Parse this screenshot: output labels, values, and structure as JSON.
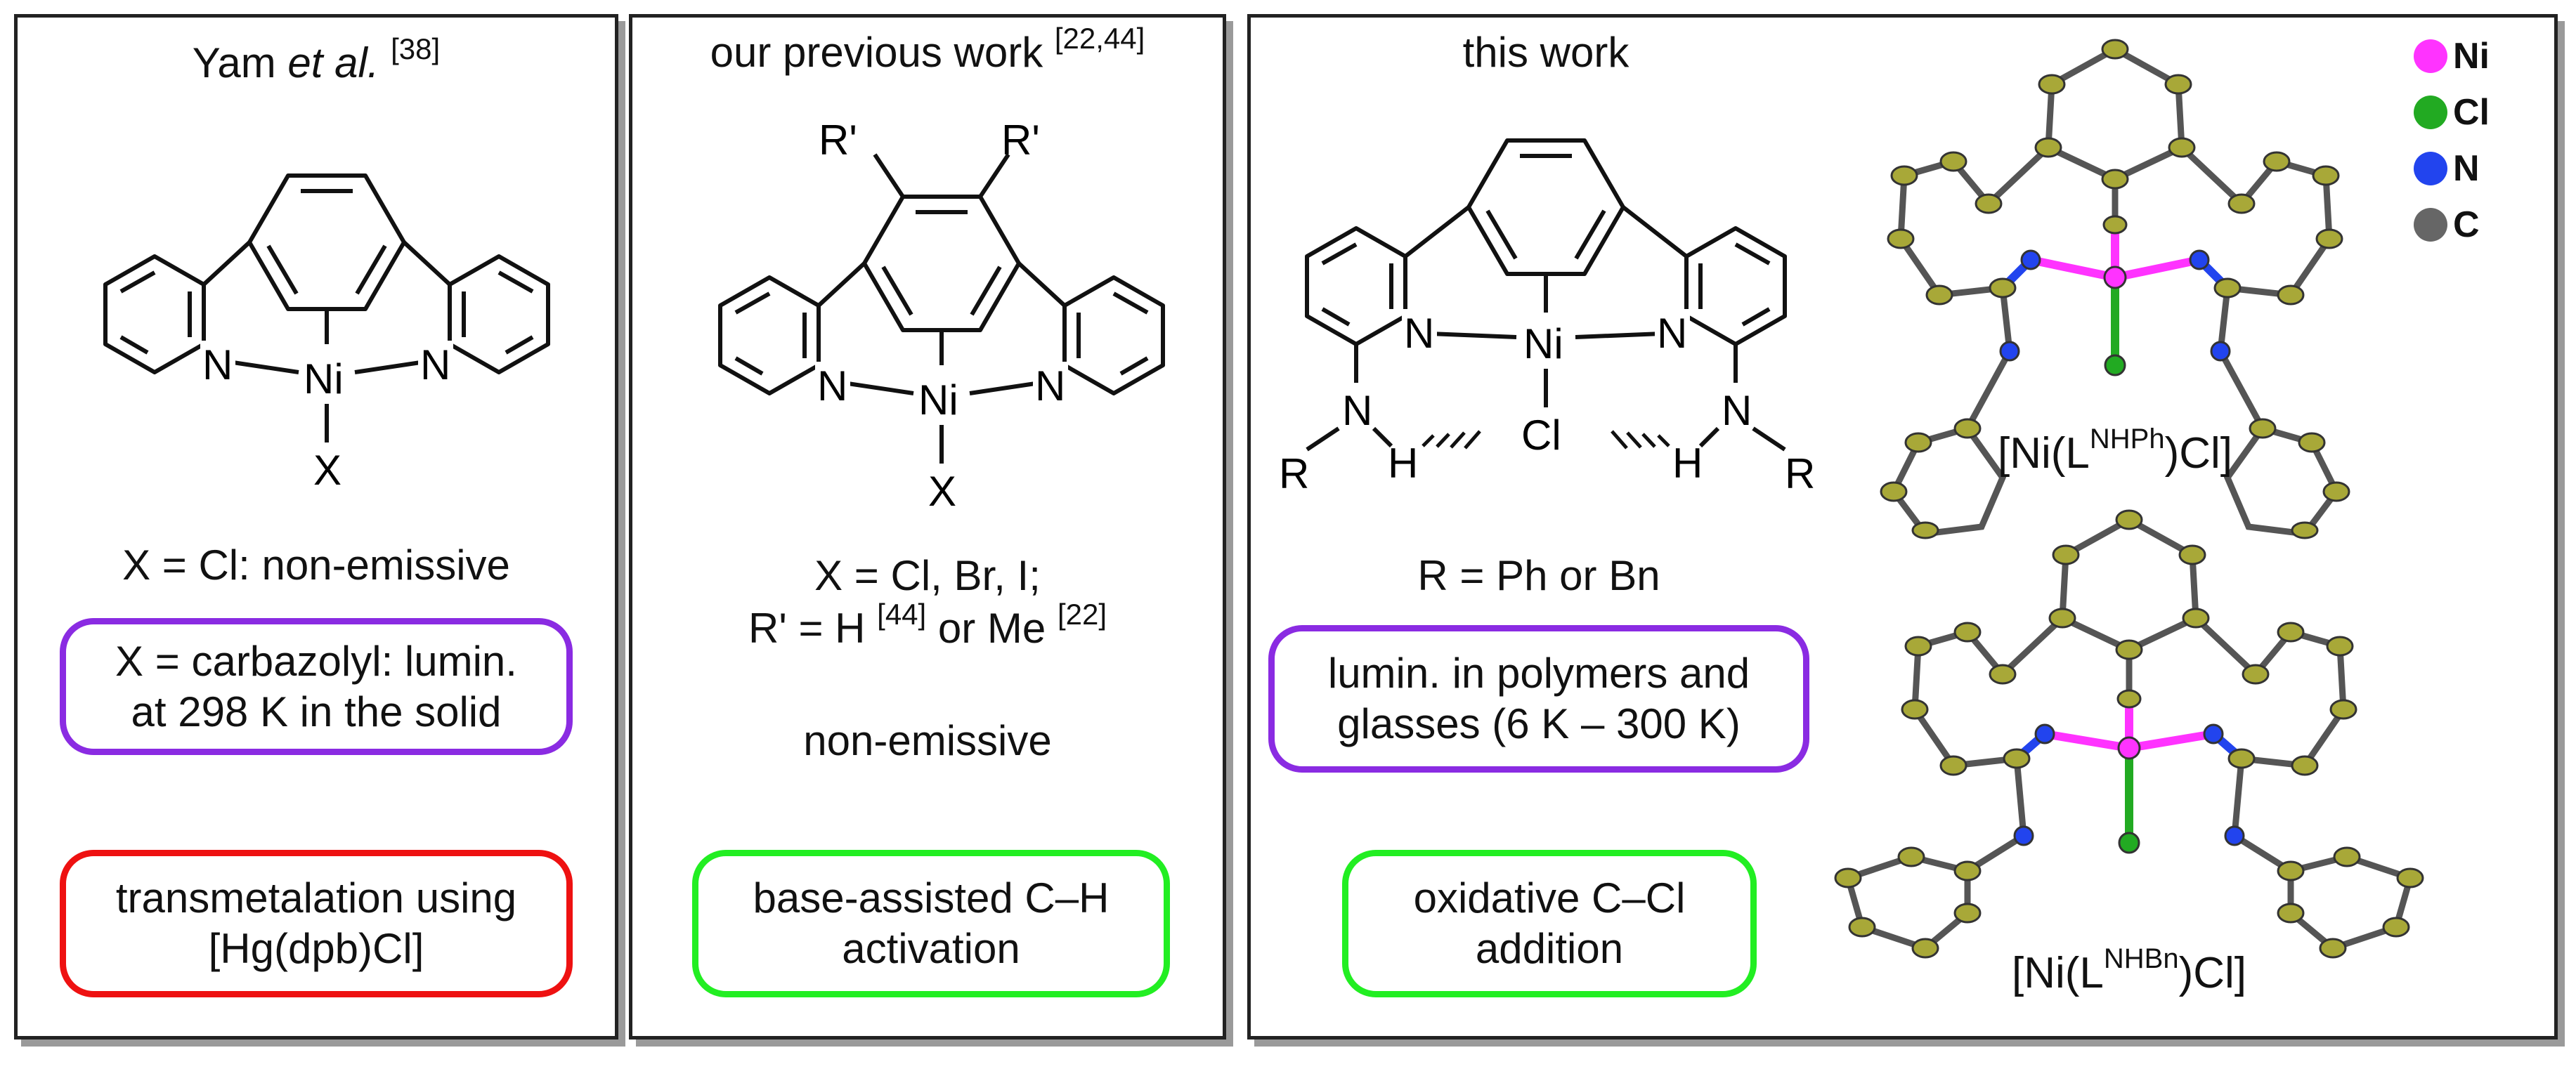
{
  "panel1": {
    "title_author": "Yam ",
    "title_etal": "et al.",
    "title_ref": "[38]",
    "caption": "X = Cl: non-emissive",
    "pill_purple": [
      "X = carbazolyl: lumin.",
      "at 298 K in the solid"
    ],
    "pill_red": [
      "transmetalation using",
      "[Hg(dpb)Cl]"
    ],
    "atoms": {
      "n1": "N",
      "n2": "N",
      "ni": "Ni",
      "x": "X"
    }
  },
  "panel2": {
    "title": "our previous work ",
    "title_ref": "[22,44]",
    "caption_line1": "X = Cl, Br, I;",
    "caption_line2_a": "R' = H ",
    "caption_line2_ref1": "[44]",
    "caption_line2_b": " or Me ",
    "caption_line2_ref2": "[22]",
    "note": "non-emissive",
    "pill_green": [
      "base-assisted C–H",
      "activation"
    ],
    "atoms": {
      "r1": "R'",
      "r2": "R'",
      "n1": "N",
      "n2": "N",
      "ni": "Ni",
      "x": "X"
    }
  },
  "panel3": {
    "title": "this work",
    "caption": "R = Ph or Bn",
    "pill_purple": [
      "lumin. in polymers and",
      "glasses (6 K – 300 K)"
    ],
    "pill_green": [
      "oxidative C–Cl",
      "addition"
    ],
    "atoms": {
      "n1": "N",
      "n2": "N",
      "ni": "Ni",
      "cl": "Cl",
      "h1": "H",
      "h2": "H",
      "nh1": "N",
      "nh2": "N",
      "r1": "R",
      "r2": "R"
    },
    "crystal_top_prefix": "[Ni(L",
    "crystal_top_sup": "NHPh",
    "crystal_top_suffix": ")Cl]",
    "crystal_bottom_prefix": "[Ni(L",
    "crystal_bottom_sup": "NHBn",
    "crystal_bottom_suffix": ")Cl]",
    "legend": [
      {
        "label": "Ni",
        "color": "#ff33ff"
      },
      {
        "label": "Cl",
        "color": "#22aa22"
      },
      {
        "label": "N",
        "color": "#2244ee"
      },
      {
        "label": "C",
        "color": "#666666"
      }
    ]
  },
  "colors": {
    "purple": "#8a2be2",
    "red": "#ee1111",
    "green": "#22ee22",
    "carbon_atom": "#a8a838",
    "bond": "#555555"
  }
}
